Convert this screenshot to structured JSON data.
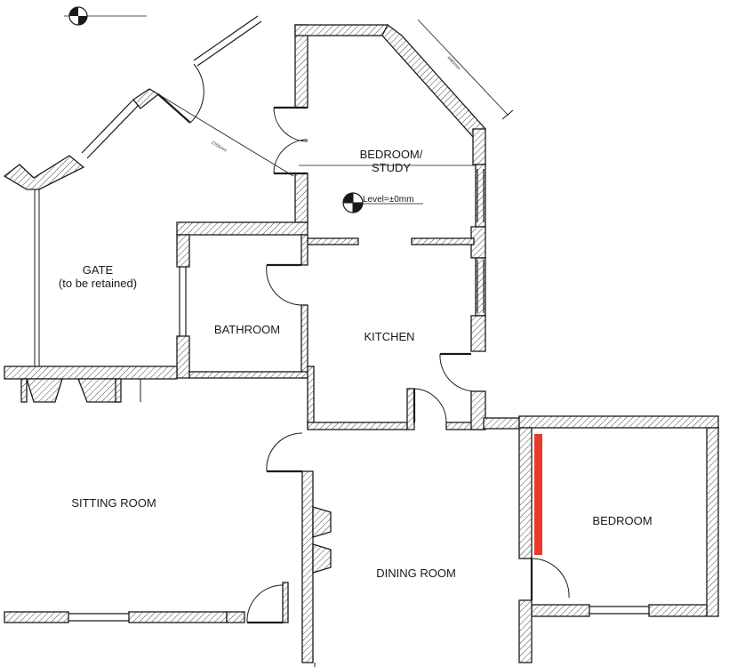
{
  "rooms": {
    "bedroom_study": [
      "BEDROOM/",
      "STUDY"
    ],
    "gate": [
      "GATE",
      "(to be retained)"
    ],
    "bathroom": "BATHROOM",
    "kitchen": "KITCHEN",
    "sitting_room": "SITTING ROOM",
    "dining_room": "DINING ROOM",
    "bedroom": "BEDROOM"
  },
  "level_marker": "Level=±0mm",
  "dimensions": {
    "diagonal_wall": "4480mm",
    "gate_span": "2765mm"
  },
  "colors": {
    "line": "#1a1a1a",
    "hatch": "#333333",
    "highlight": "#e8392c"
  }
}
